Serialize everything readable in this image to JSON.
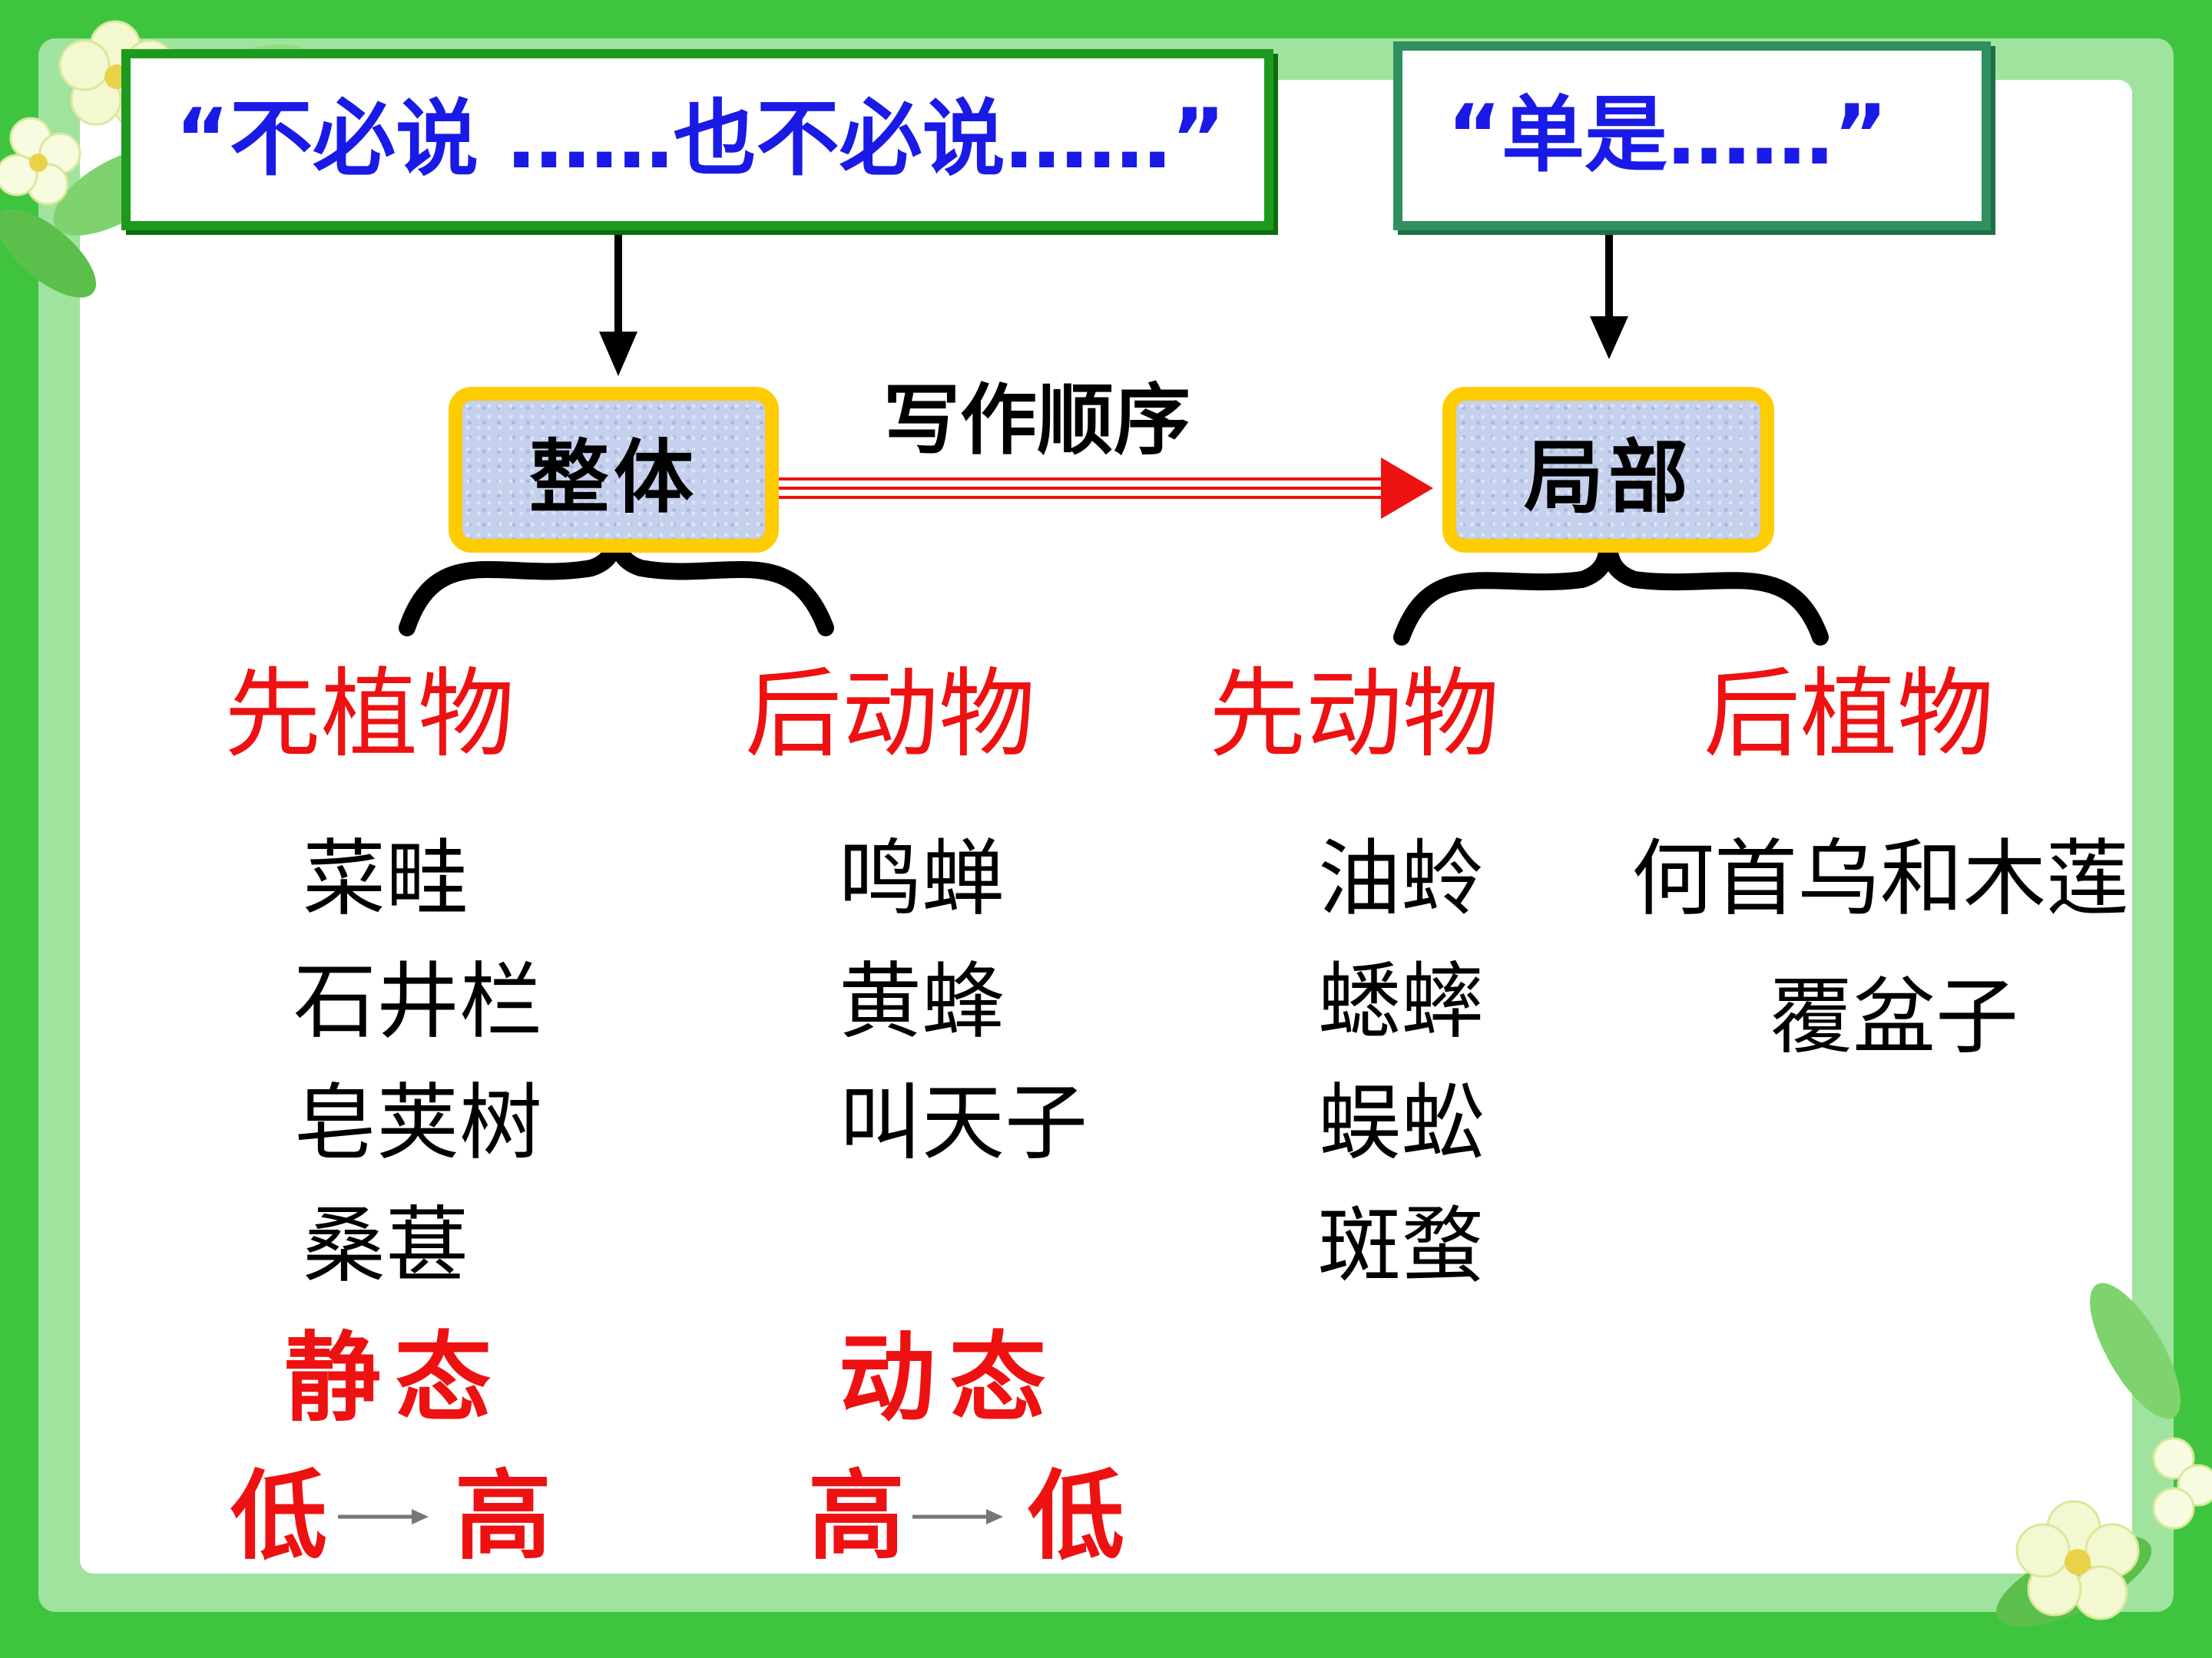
{
  "top_boxes": {
    "left": "“不必说 ……也不必说……”",
    "right": "“单是……”"
  },
  "nodes": {
    "whole": "整体",
    "part": "局部"
  },
  "writing_order_label": "写作顺序",
  "groups": [
    {
      "heading": "先植物",
      "items": [
        "菜畦",
        "石井栏",
        "皂荚树",
        "桑葚"
      ]
    },
    {
      "heading": "后动物",
      "items": [
        "鸣蝉",
        "黄蜂",
        "叫天子"
      ]
    },
    {
      "heading": "先动物",
      "items": [
        "油蛉",
        "蟋蟀",
        "蜈蚣",
        "斑蝥"
      ]
    },
    {
      "heading": "后植物",
      "items": [
        "何首乌和木莲",
        "覆盆子"
      ]
    }
  ],
  "states": {
    "static": "静态",
    "dynamic": "动态"
  },
  "height_order": {
    "left_from": "低",
    "left_to": "高",
    "right_from": "高",
    "right_to": "低"
  },
  "colors": {
    "background_green": "#3fc43f",
    "quote_text_blue": "#1a1ae6",
    "category_red": "#ee1111",
    "node_border_yellow": "#ffcc00"
  }
}
